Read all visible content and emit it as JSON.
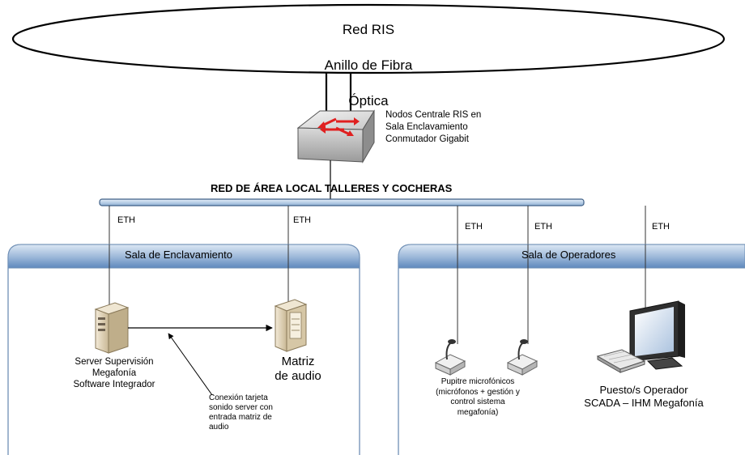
{
  "ring": {
    "lines": [
      "Red RIS",
      "Anillo de Fibra",
      "Óptica"
    ]
  },
  "switch": {
    "caption_lines": [
      "Nodos Centrale RIS en",
      "Sala Enclavamiento",
      "Conmutador Gigabit"
    ]
  },
  "lan": {
    "title": "RED DE ÁREA LOCAL TALLERES Y COCHERAS"
  },
  "eth_label": "ETH",
  "rooms": {
    "enclavamiento": {
      "title": "Sala de Enclavamiento"
    },
    "operadores": {
      "title": "Sala de Operadores"
    }
  },
  "devices": {
    "server": {
      "lines": [
        "Server Supervisión",
        "Megafonía",
        "Software Integrador"
      ]
    },
    "matrix": {
      "lines": [
        "Matriz",
        "de audio"
      ]
    },
    "connection_note": {
      "lines": [
        "Conexión tarjeta",
        "sonido server con",
        "entrada matriz de",
        "audio"
      ]
    },
    "pupitres": {
      "lines": [
        "Pupitre microfónicos",
        "(micrófonos + gestión y",
        "control sistema",
        "megafonía)"
      ]
    },
    "operator": {
      "lines": [
        "Puesto/s Operador",
        "SCADA – IHM Megafonía"
      ]
    }
  },
  "colors": {
    "room_header_top": "#d7e4f2",
    "room_header_bottom": "#5e88bd",
    "room_border": "#6f8fb5",
    "bus_fill": "#c7d9ee",
    "bus_border": "#3e5f86",
    "switch_arrow": "#e02020"
  }
}
